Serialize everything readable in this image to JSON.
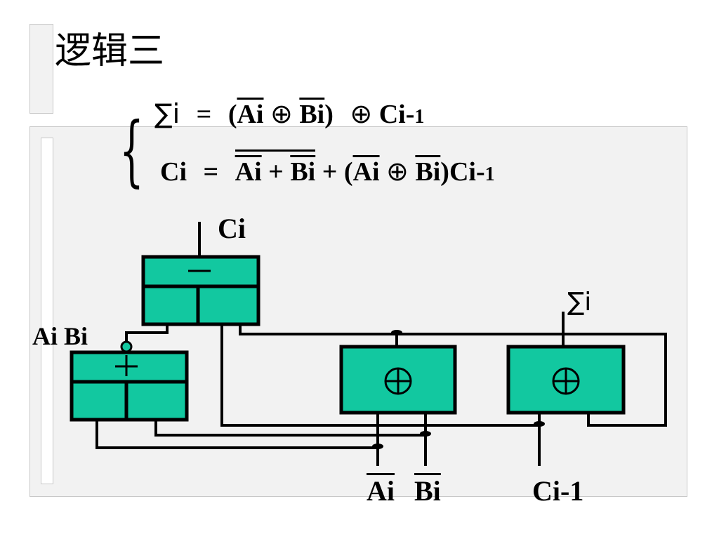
{
  "title": "逻辑三",
  "formula1": {
    "lhs": "∑i",
    "eq": "=",
    "open": "(",
    "a": "Ai",
    "b": "Bi",
    "close": ")",
    "c": "Ci-",
    "sub": "1"
  },
  "formula2": {
    "lhs": "Ci",
    "eq": "=",
    "a": "Ai",
    "plus": "+",
    "b": "Bi",
    "plus2": "+",
    "open": "(",
    "a2": "Ai",
    "b2": "Bi",
    "close": ")",
    "c": "Ci-",
    "sub": "1"
  },
  "labels": {
    "ci_top": "Ci",
    "sum_out": "∑i",
    "ai_bi": "Ai Bi",
    "ai_in": "Ai",
    "bi_in": "Bi",
    "ci_minus1": "Ci-1"
  },
  "gates": {
    "plus_symbol": "+",
    "xor_symbol": "⊕"
  },
  "colors": {
    "gate_fill": "#12c8a0",
    "wire": "#000000",
    "panel": "#f2f2f2"
  }
}
